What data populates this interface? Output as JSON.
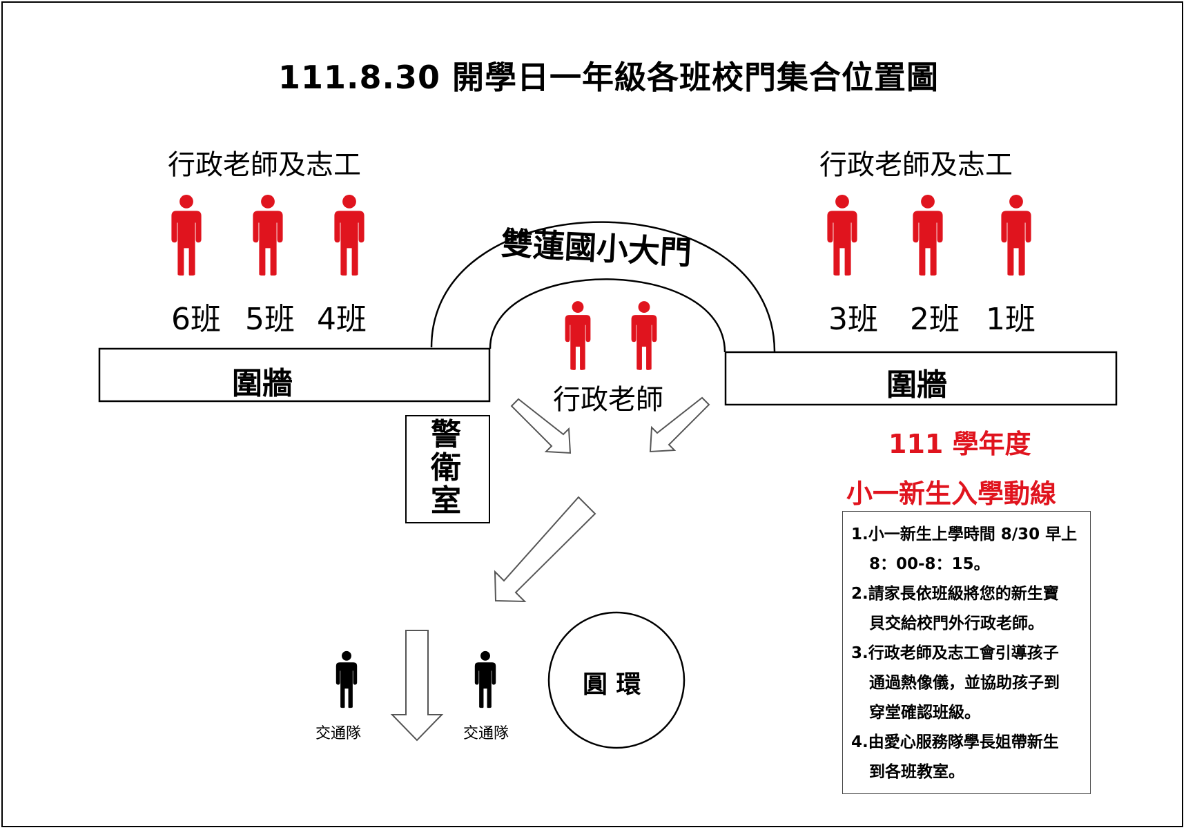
{
  "title": "111.8.30 開學日一年級各班校門集合位置圖",
  "left_group": {
    "label": "行政老師及志工",
    "classes": [
      "6班",
      "5班",
      "4班"
    ]
  },
  "right_group": {
    "label": "行政老師及志工",
    "classes": [
      "3班",
      "2班",
      "1班"
    ]
  },
  "gate_label": "雙蓮國小大門",
  "gate_staff_label": "行政老師",
  "wall_left": "圍牆",
  "wall_right": "圍牆",
  "guard_room": [
    "警",
    "衛",
    "室"
  ],
  "traffic_team": [
    "交通隊",
    "交通隊"
  ],
  "roundabout": "圓 環",
  "route": {
    "heading_1": "111 學年度",
    "heading_2": "小一新生入學動線"
  },
  "notes": [
    [
      "1.小一新生上學時間 8/30 早上",
      "8：00-8：15。"
    ],
    [
      "2.請家長依班級將您的新生寶",
      "貝交給校門外行政老師。"
    ],
    [
      "3.行政老師及志工會引導孩子",
      "通過熱像儀，並協助孩子到",
      "穿堂確認班級。"
    ],
    [
      "4.由愛心服務隊學長姐帶新生",
      "到各班教室。"
    ]
  ],
  "colors": {
    "staff": "#e0141e",
    "traffic": "#000000",
    "heading": "#e0141e"
  },
  "icons": [
    "person-icon",
    "arrow-icon"
  ]
}
